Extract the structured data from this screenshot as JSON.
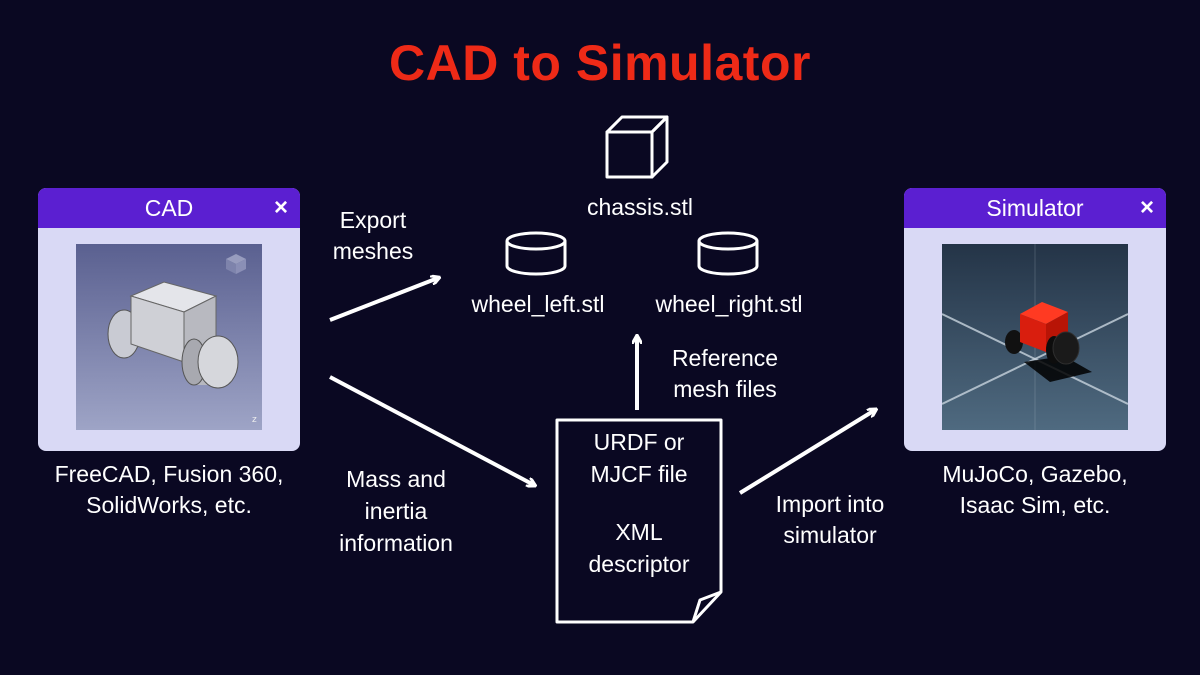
{
  "title": "CAD to Simulator",
  "cad_window": {
    "title": "CAD",
    "close_icon": "×",
    "caption_line1": "FreeCAD, Fusion 360,",
    "caption_line2": "SolidWorks, etc."
  },
  "sim_window": {
    "title": "Simulator",
    "close_icon": "×",
    "caption_line1": "MuJoCo, Gazebo,",
    "caption_line2": "Isaac Sim, etc."
  },
  "meshes": {
    "chassis": "chassis.stl",
    "wheel_left": "wheel_left.stl",
    "wheel_right": "wheel_right.stl"
  },
  "descriptor": {
    "line1": "URDF or",
    "line2": "MJCF file",
    "line3": "XML",
    "line4": "descriptor"
  },
  "arrows": {
    "export_line1": "Export",
    "export_line2": "meshes",
    "mass_line1": "Mass and",
    "mass_line2": "inertia",
    "mass_line3": "information",
    "reference_line1": "Reference",
    "reference_line2": "mesh files",
    "import_line1": "Import into",
    "import_line2": "simulator"
  },
  "colors": {
    "background": "#0a0822",
    "title": "#ee2a17",
    "window_bar": "#5b1fd1",
    "window_body": "#d9d9f5"
  }
}
